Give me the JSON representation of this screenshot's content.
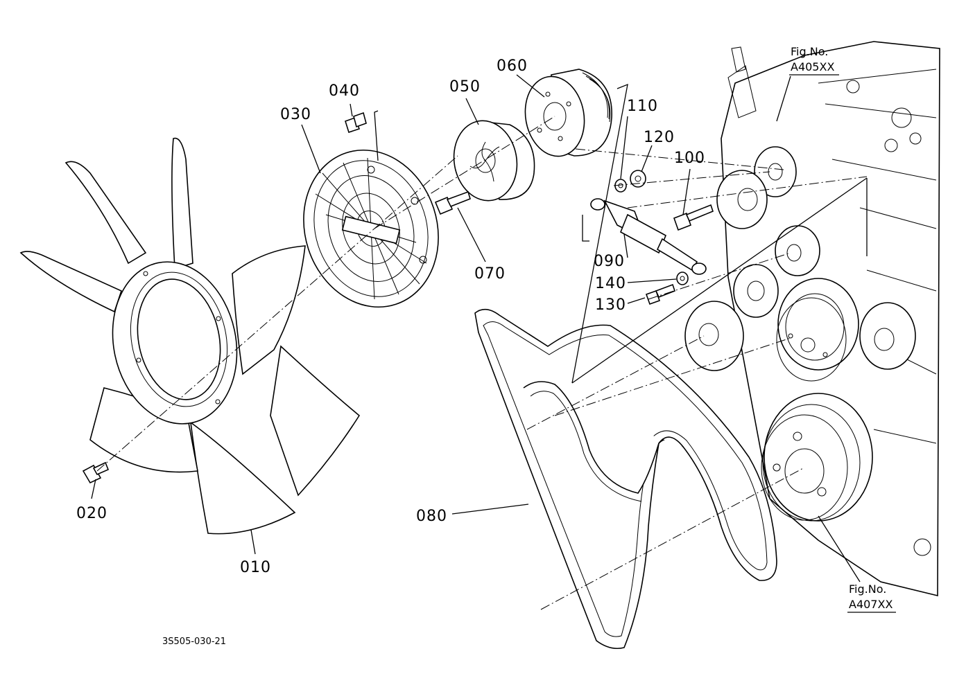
{
  "labels": {
    "p010": "010",
    "p020": "020",
    "p030": "030",
    "p040": "040",
    "p050": "050",
    "p060": "060",
    "p070": "070",
    "p080": "080",
    "p090": "090",
    "p100": "100",
    "p110": "110",
    "p120": "120",
    "p130": "130",
    "p140": "140"
  },
  "figure_refs": {
    "top_line1": "Fig.No.",
    "top_line2": "A405XX",
    "bottom_line1": "Fig.No.",
    "bottom_line2": "A407XX"
  },
  "drawing_code": "3S505-030-21"
}
